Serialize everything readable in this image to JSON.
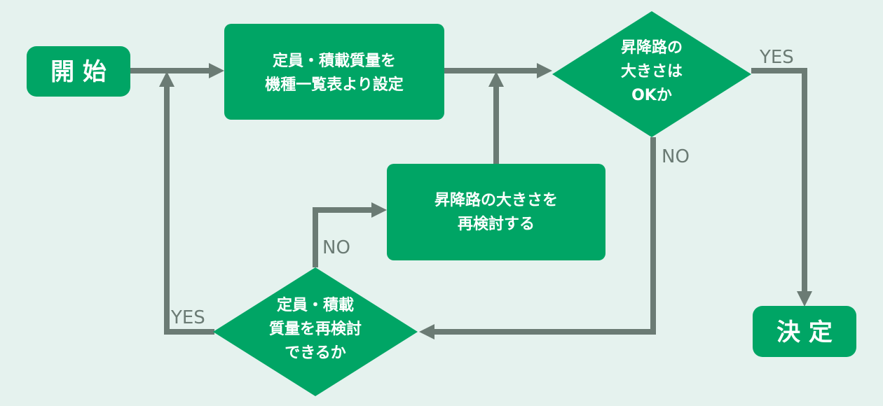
{
  "colors": {
    "background": "#e5f2ee",
    "node_fill": "#00a565",
    "connector": "#6b7b74",
    "node_text": "#ffffff"
  },
  "nodes": {
    "start": {
      "label": "開 始"
    },
    "set_capacity": {
      "lines": [
        "定員・積載質量を",
        "機種一覧表より設定"
      ]
    },
    "size_ok": {
      "lines": [
        "昇降路の",
        "大きさは",
        "OKか"
      ]
    },
    "reconsider_size": {
      "lines": [
        "昇降路の大きさを",
        "再検討する"
      ]
    },
    "reconsider_capacity": {
      "lines": [
        "定員・積載",
        "質量を再検討",
        "できるか"
      ]
    },
    "decide": {
      "label": "決 定"
    }
  },
  "edge_labels": {
    "size_ok_yes": "YES",
    "size_ok_no": "NO",
    "capacity_no": "NO",
    "capacity_yes": "YES"
  }
}
